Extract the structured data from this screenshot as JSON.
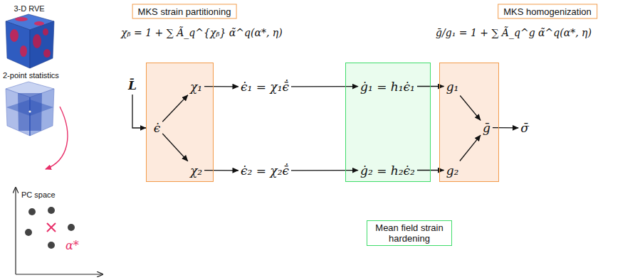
{
  "diagram": {
    "nodes": [
      {
        "text": [
          "MKS strain partitioning"
        ]
      },
      {
        "text": [
          "MKS homogenization"
        ]
      },
      {
        "text": [
          "L̄"
        ]
      },
      {
        "text": []
      },
      {
        "text": [
          "ϵ̇"
        ],
        "in": 3
      },
      {
        "text": [
          "χ₁"
        ],
        "in": 3
      },
      {
        "text": [
          "χ₂"
        ],
        "in": 3
      },
      {
        "text": [
          "ϵ̇₁ = χ₁ϵ̄̇"
        ]
      },
      {
        "text": [
          "ϵ̇₂ = χ₂ϵ̄̇"
        ]
      },
      {
        "text": []
      },
      {
        "text": [
          "ġ₁ = h₁ϵ̇₁"
        ],
        "in": 9
      },
      {
        "text": [
          "ġ₂ = h₂ϵ̇₂"
        ],
        "in": 9
      },
      {
        "text": []
      },
      {
        "text": [
          "g₁"
        ],
        "in": 12
      },
      {
        "text": [
          "g₂"
        ],
        "in": 12
      },
      {
        "text": [
          "ḡ"
        ],
        "in": 12
      },
      {
        "text": [
          "σ̄"
        ]
      },
      {
        "text": [
          "Mean field strain hardening"
        ]
      }
    ],
    "edges": [
      {
        "from": 2,
        "to": 3,
        "arrow": "to"
      },
      {
        "from": 4,
        "to": 5,
        "arrow": "to"
      },
      {
        "from": 4,
        "to": 6,
        "arrow": "to"
      },
      {
        "from": 5,
        "to": 7,
        "arrow": "to"
      },
      {
        "from": 6,
        "to": 8,
        "arrow": "to"
      },
      {
        "from": 7,
        "to": 10,
        "arrow": "to"
      },
      {
        "from": 8,
        "to": 11,
        "arrow": "to"
      },
      {
        "from": 10,
        "to": 13,
        "arrow": "to"
      },
      {
        "from": 11,
        "to": 14,
        "arrow": "to"
      },
      {
        "from": 13,
        "to": 15,
        "arrow": "to"
      },
      {
        "from": 14,
        "to": 15,
        "arrow": "to"
      },
      {
        "from": 15,
        "to": 16,
        "arrow": "to"
      }
    ],
    "labels": [
      "3-D RVE",
      "2-point statistics",
      "PC space",
      "α*",
      "χᵦ = 1 + ∑ Ã_q^{χᵦ} α̃^q(α*, η)",
      "ḡ/g₁ = 1 + ∑ Ã_q^g α̃^q(α*, η)"
    ]
  }
}
